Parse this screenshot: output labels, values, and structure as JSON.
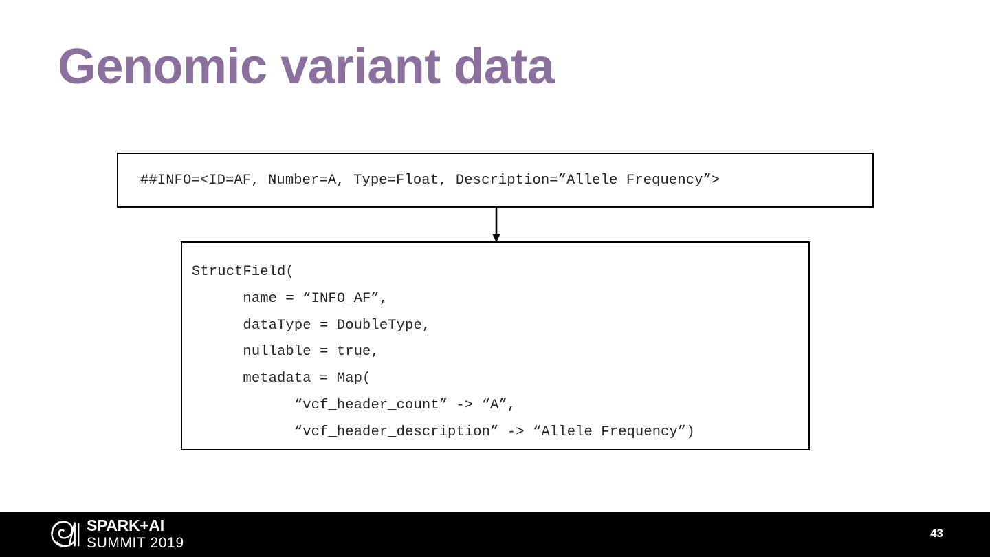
{
  "slide": {
    "title": "Genomic variant data",
    "title_color": "#8b6f9d",
    "background_color": "#ffffff"
  },
  "vcf_header_box": {
    "name": "vcf-info-header-line",
    "text": "##INFO=<ID=AF, Number=A, Type=Float, Description=”Allele Frequency”>"
  },
  "connector": {
    "icon": "down-arrow-icon",
    "direction": "down"
  },
  "structfield_box": {
    "name": "spark-structfield-definition",
    "lines": [
      "StructField(",
      "      name = “INFO_AF”,",
      "      dataType = DoubleType,",
      "      nullable = true,",
      "      metadata = Map(",
      "            “vcf_header_count” -> “A”,",
      "            “vcf_header_description” -> “Allele Frequency”)"
    ],
    "text": "StructField(\n      name = “INFO_AF”,\n      dataType = DoubleType,\n      nullable = true,\n      metadata = Map(\n            “vcf_header_count” -> “A”,\n            “vcf_header_description” -> “Allele Frequency”)"
  },
  "footer": {
    "background_color": "#000000",
    "logo": {
      "icon": "spark-summit-spiral-logo-icon",
      "line1": "SPARK+AI",
      "line2": "SUMMIT 2019"
    },
    "page_number": "43"
  }
}
